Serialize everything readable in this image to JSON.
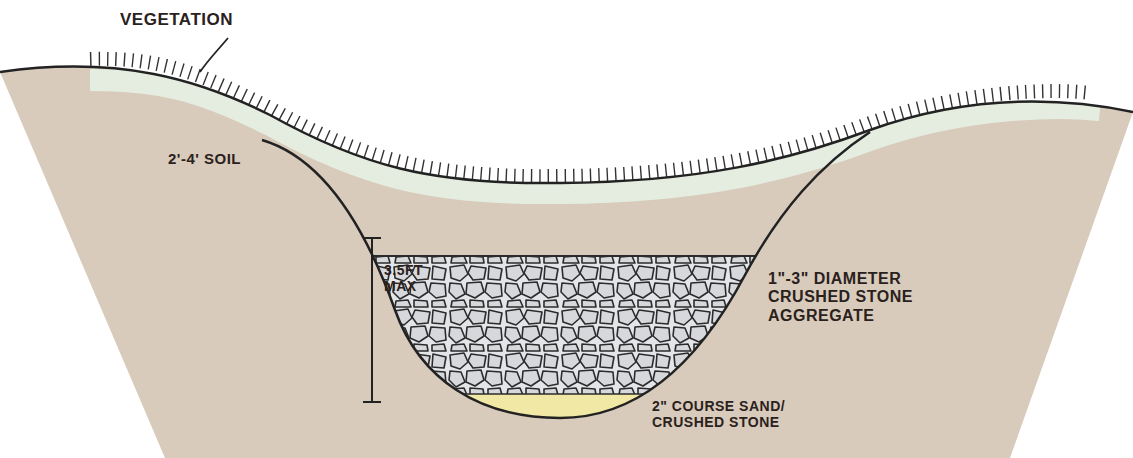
{
  "diagram": {
    "labels": [
      "VEGETATION",
      "2'-4' SOIL",
      "3.5FT MAX",
      "1\"-3\" DIAMETER CRUSHED STONE AGGREGATE",
      "2\" COURSE SAND/ CRUSHED STONE"
    ]
  }
}
